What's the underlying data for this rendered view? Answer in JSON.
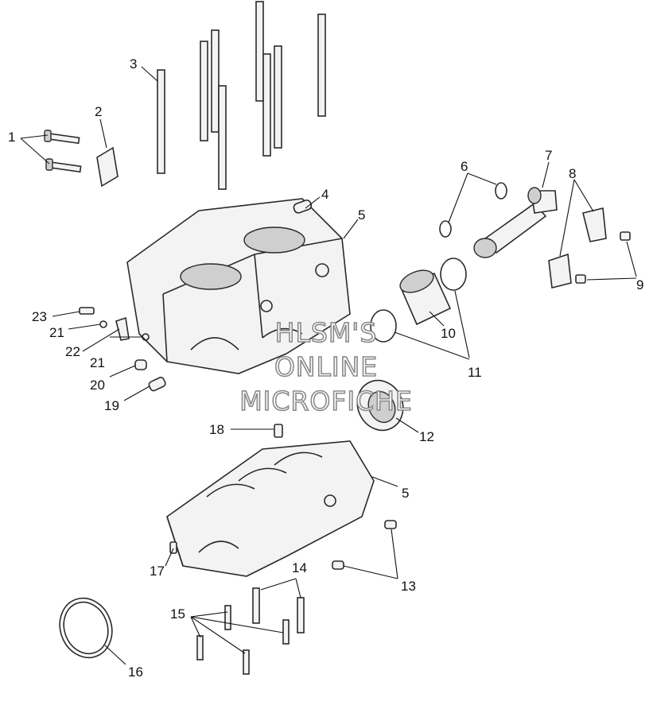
{
  "callouts": [
    {
      "id": "c1",
      "label": "1"
    },
    {
      "id": "c2",
      "label": "2"
    },
    {
      "id": "c3",
      "label": "3"
    },
    {
      "id": "c4",
      "label": "4"
    },
    {
      "id": "c5a",
      "label": "5"
    },
    {
      "id": "c5b",
      "label": "5"
    },
    {
      "id": "c6",
      "label": "6"
    },
    {
      "id": "c7",
      "label": "7"
    },
    {
      "id": "c8",
      "label": "8"
    },
    {
      "id": "c9",
      "label": "9"
    },
    {
      "id": "c10",
      "label": "10"
    },
    {
      "id": "c11",
      "label": "11"
    },
    {
      "id": "c12",
      "label": "12"
    },
    {
      "id": "c13",
      "label": "13"
    },
    {
      "id": "c14",
      "label": "14"
    },
    {
      "id": "c15",
      "label": "15"
    },
    {
      "id": "c16",
      "label": "16"
    },
    {
      "id": "c17",
      "label": "17"
    },
    {
      "id": "c18",
      "label": "18"
    },
    {
      "id": "c19",
      "label": "19"
    },
    {
      "id": "c20",
      "label": "20"
    },
    {
      "id": "c21a",
      "label": "21"
    },
    {
      "id": "c21b",
      "label": "21"
    },
    {
      "id": "c22",
      "label": "22"
    },
    {
      "id": "c23",
      "label": "23"
    }
  ],
  "watermark": {
    "line1": "HLSM'S",
    "line2": "ONLINE",
    "line3": "MICROFICHE"
  }
}
